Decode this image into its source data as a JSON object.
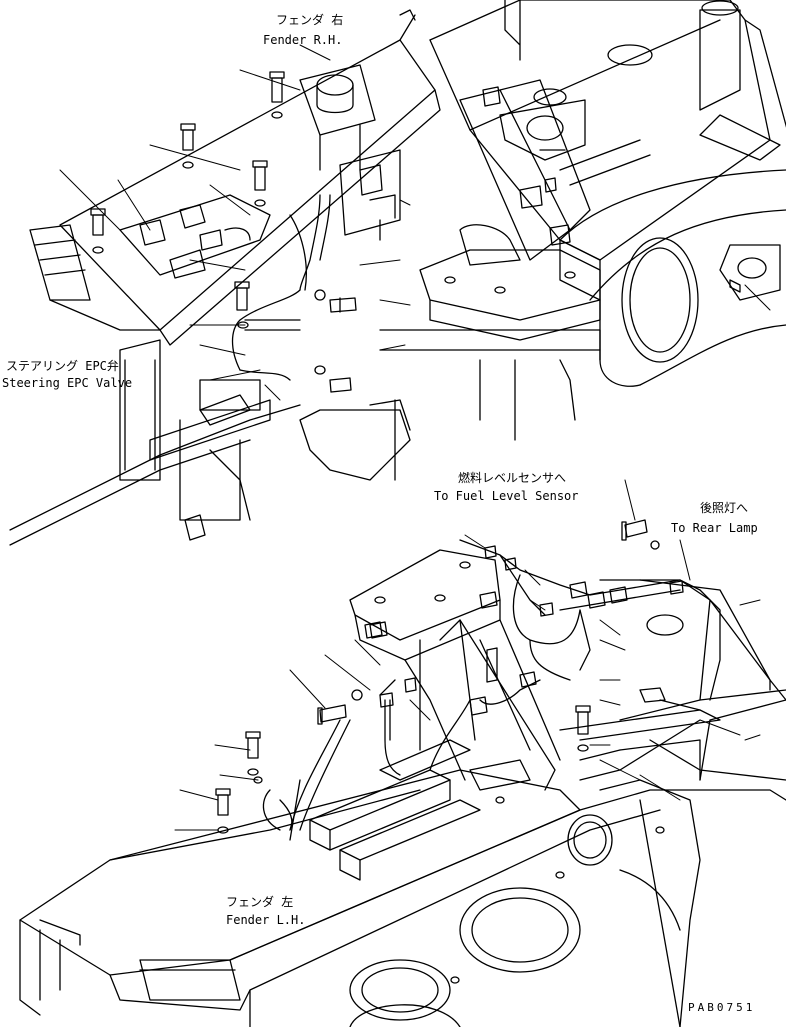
{
  "diagram": {
    "labels": {
      "fender_rh_jp": "フェンダ 右",
      "fender_rh_en": "Fender R.H.",
      "steering_epc_jp": "ステアリング EPC弁",
      "steering_epc_en": "Steering EPC Valve",
      "fuel_sensor_jp": "燃料レベルセンサへ",
      "fuel_sensor_en": "To Fuel Level Sensor",
      "rear_lamp_jp": "後照灯へ",
      "rear_lamp_en": "To Rear Lamp",
      "fender_lh_jp": "フェンダ 左",
      "fender_lh_en": "Fender L.H.",
      "drawing_code": "PAB0751"
    },
    "colors": {
      "ink": "#000000",
      "paper": "#ffffff"
    }
  }
}
